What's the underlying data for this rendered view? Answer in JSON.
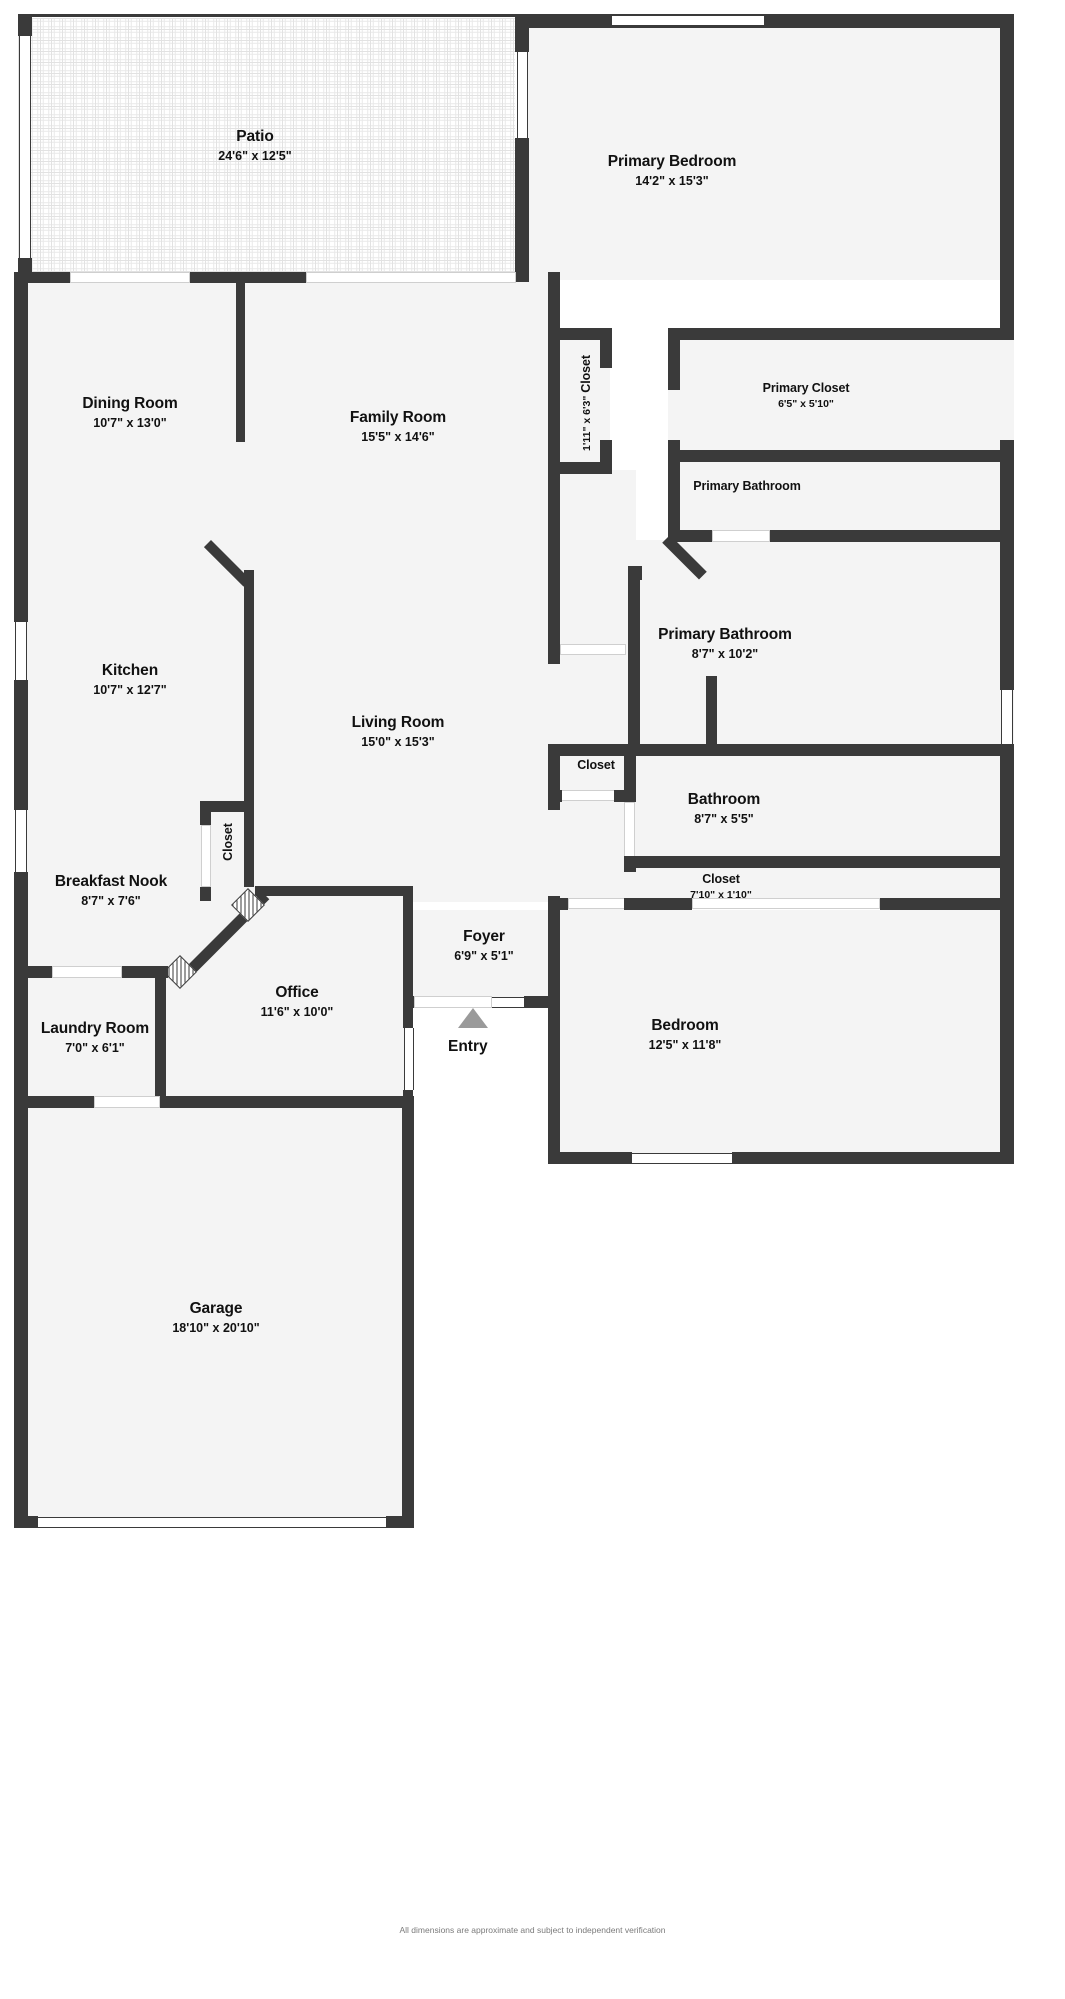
{
  "document": {
    "type": "floor-plan",
    "footer_note": "All dimensions are approximate and subject to independent verification"
  },
  "entry": {
    "label": "Entry",
    "marker": "triangle-up"
  },
  "rooms": [
    {
      "key": "patio",
      "name": "Patio",
      "dim": "24'6\" x 12'5\""
    },
    {
      "key": "primary_bedroom",
      "name": "Primary Bedroom",
      "dim": "14'2\" x 15'3\""
    },
    {
      "key": "dining_room",
      "name": "Dining Room",
      "dim": "10'7\" x 13'0\""
    },
    {
      "key": "family_room",
      "name": "Family Room",
      "dim": "15'5\" x 14'6\""
    },
    {
      "key": "closet_hall",
      "name": "Closet",
      "dim": "1'11\" x 6'3\""
    },
    {
      "key": "primary_closet",
      "name": "Primary Closet",
      "dim": "6'5\" x 5'10\""
    },
    {
      "key": "primary_bath_wc",
      "name": "Primary Bathroom",
      "dim": ""
    },
    {
      "key": "primary_bathroom",
      "name": "Primary Bathroom",
      "dim": "8'7\" x 10'2\""
    },
    {
      "key": "kitchen",
      "name": "Kitchen",
      "dim": "10'7\" x 12'7\""
    },
    {
      "key": "living_room",
      "name": "Living Room",
      "dim": "15'0\" x 15'3\""
    },
    {
      "key": "closet_hall2",
      "name": "Closet",
      "dim": ""
    },
    {
      "key": "bathroom",
      "name": "Bathroom",
      "dim": "8'7\" x 5'5\""
    },
    {
      "key": "closet_bedroom",
      "name": "Closet",
      "dim": "7'10\" x 1'10\""
    },
    {
      "key": "breakfast_nook",
      "name": "Breakfast Nook",
      "dim": "8'7\" x 7'6\""
    },
    {
      "key": "closet_nook",
      "name": "Closet",
      "dim": ""
    },
    {
      "key": "foyer",
      "name": "Foyer",
      "dim": "6'9\" x 5'1\""
    },
    {
      "key": "office",
      "name": "Office",
      "dim": "11'6\" x 10'0\""
    },
    {
      "key": "bedroom",
      "name": "Bedroom",
      "dim": "12'5\" x 11'8\""
    },
    {
      "key": "laundry_room",
      "name": "Laundry Room",
      "dim": "7'0\" x 6'1\""
    },
    {
      "key": "garage",
      "name": "Garage",
      "dim": "18'10\" x 20'10\""
    }
  ],
  "colors": {
    "wall": "#3a3a3a",
    "floor": "#f4f4f4",
    "page": "#ffffff",
    "entry_marker": "#9a9a9a",
    "footer_text": "#7b7b7b"
  }
}
